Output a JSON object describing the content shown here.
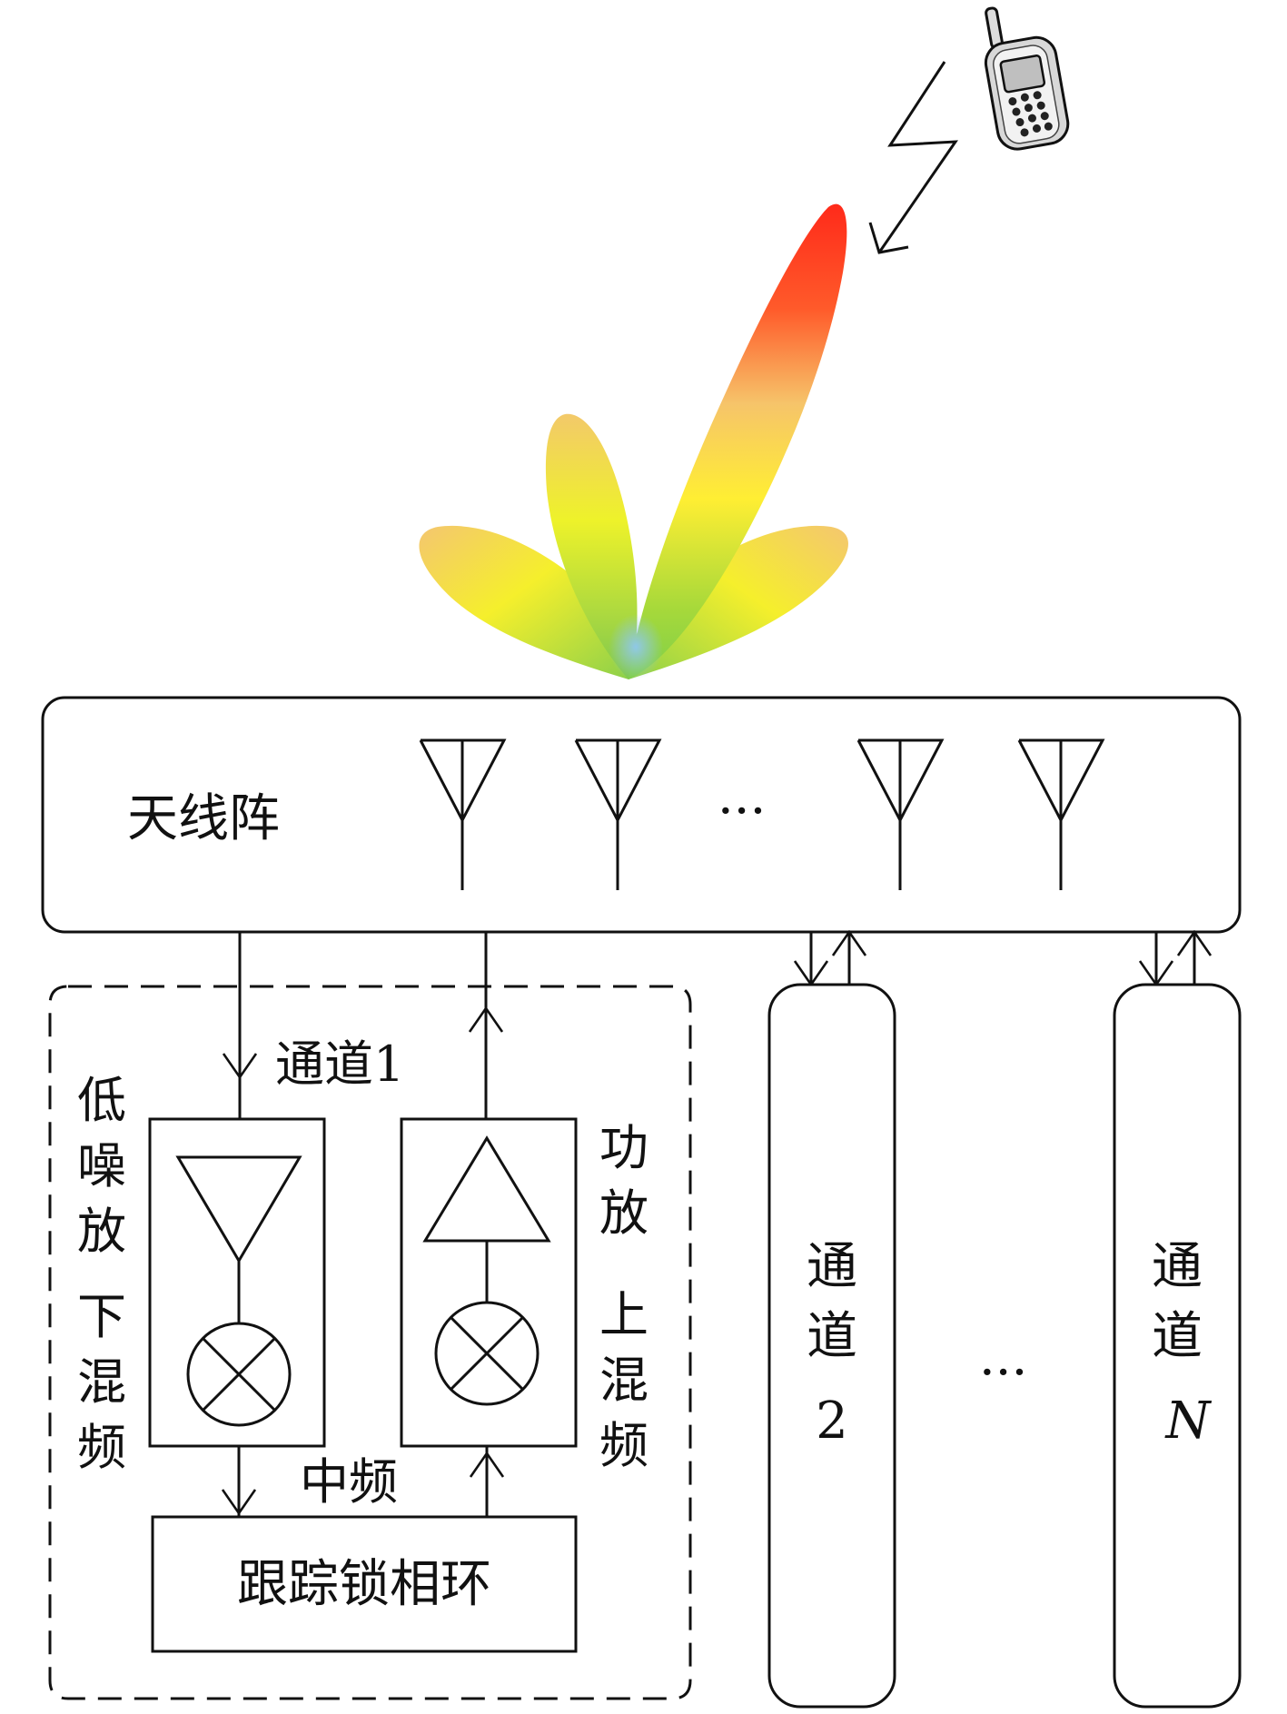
{
  "antenna_array": {
    "label": "天线阵",
    "ellipsis": "···"
  },
  "channel1": {
    "label": "通道1",
    "lna_label": [
      "低",
      "噪",
      "放"
    ],
    "down_mixer_label": [
      "下",
      "混",
      "频"
    ],
    "pa_label": [
      "功",
      "放"
    ],
    "up_mixer_label": [
      "上",
      "混",
      "频"
    ],
    "if_label": "中频",
    "pll_label": "跟踪锁相环"
  },
  "channel2": {
    "label_lines": [
      "通",
      "道",
      "2"
    ]
  },
  "channelN": {
    "label_lines": [
      "通",
      "道",
      "N"
    ]
  },
  "channels_ellipsis": "···",
  "beam_colors": {
    "main_tip": "#ff2a1a",
    "mid": "#ffee33",
    "base": "#7fcf4a",
    "core": "#8fc8e8"
  }
}
